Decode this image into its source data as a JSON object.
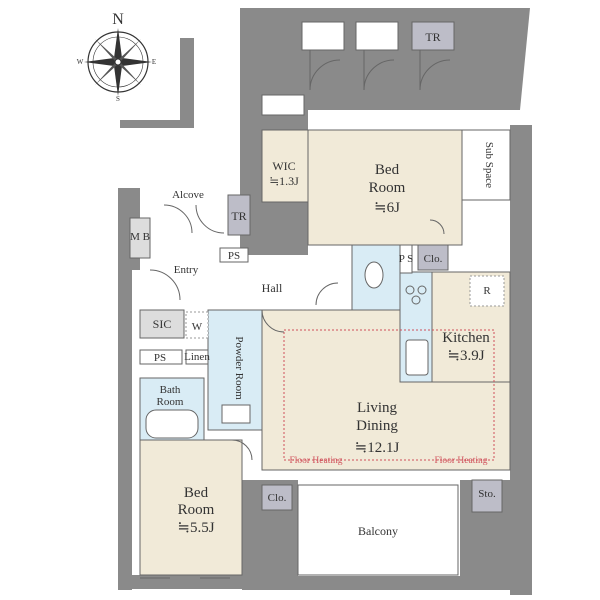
{
  "compass": {
    "n": "N",
    "s": "S",
    "e": "E",
    "w": "W"
  },
  "rooms": {
    "bed1": {
      "line1": "Bed",
      "line2": "Room",
      "size": "≒6J"
    },
    "bed2": {
      "line1": "Bed",
      "line2": "Room",
      "size": "≒5.5J"
    },
    "wic": {
      "line1": "WIC",
      "size": "≒1.3J"
    },
    "kitchen": {
      "line1": "Kitchen",
      "size": "≒3.9J"
    },
    "living": {
      "line1": "Living",
      "line2": "Dining",
      "size": "≒12.1J"
    },
    "hall": "Hall",
    "entry": "Entry",
    "alcove": "Alcove",
    "mb": "M B",
    "tr_top": "TR",
    "tr_mid": "TR",
    "ps1": "PS",
    "ps2": "P S",
    "ps3": "PS",
    "clo1": "Clo.",
    "clo2": "Clo.",
    "sic": "SIC",
    "w": "W",
    "linen": "Linen",
    "powder": "Powder Room",
    "bath": {
      "line1": "Bath",
      "line2": "Room"
    },
    "sub_space": "Sub Space",
    "r": "R",
    "sto": "Sto.",
    "balcony": "Balcony",
    "floor_heating_1": "Floor Heating",
    "floor_heating_2": "Floor Heating"
  },
  "colors": {
    "wall": "#8a8a8a",
    "bedroom": "#f1ead8",
    "wet": "#d9ecf5",
    "floor": "#ffffff",
    "accent": "#d0505a"
  }
}
